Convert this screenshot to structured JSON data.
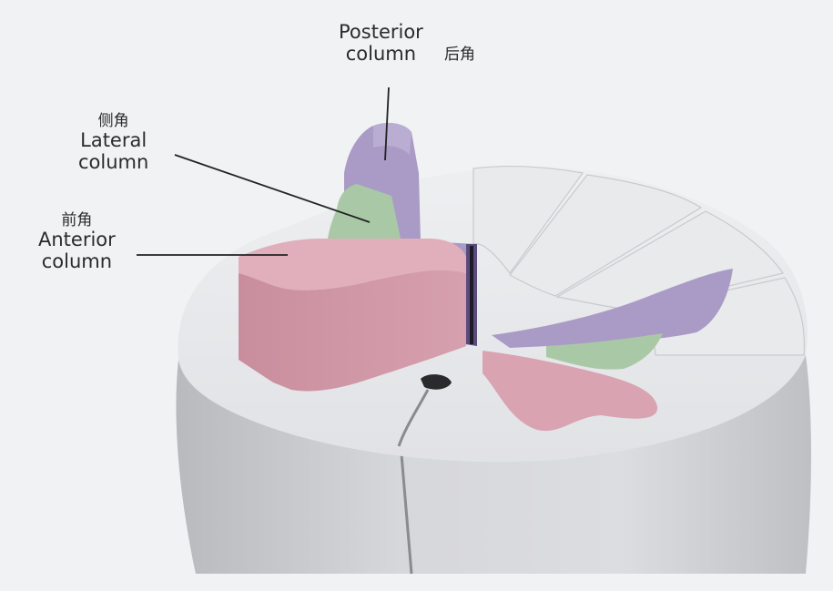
{
  "labels": {
    "posterior": {
      "en_line1": "Posterior",
      "en_line2": "column",
      "zh": "后角"
    },
    "lateral": {
      "zh": "侧角",
      "en_line1": "Lateral",
      "en_line2": "column"
    },
    "anterior": {
      "zh": "前角",
      "en_line1": "Anterior",
      "en_line2": "column"
    }
  },
  "colors": {
    "posterior_column": "#a99bc6",
    "lateral_column": "#a9c9a6",
    "anterior_column": "#d9a3b1",
    "white_matter": "#e4e5e8",
    "background": "#f1f2f3"
  }
}
